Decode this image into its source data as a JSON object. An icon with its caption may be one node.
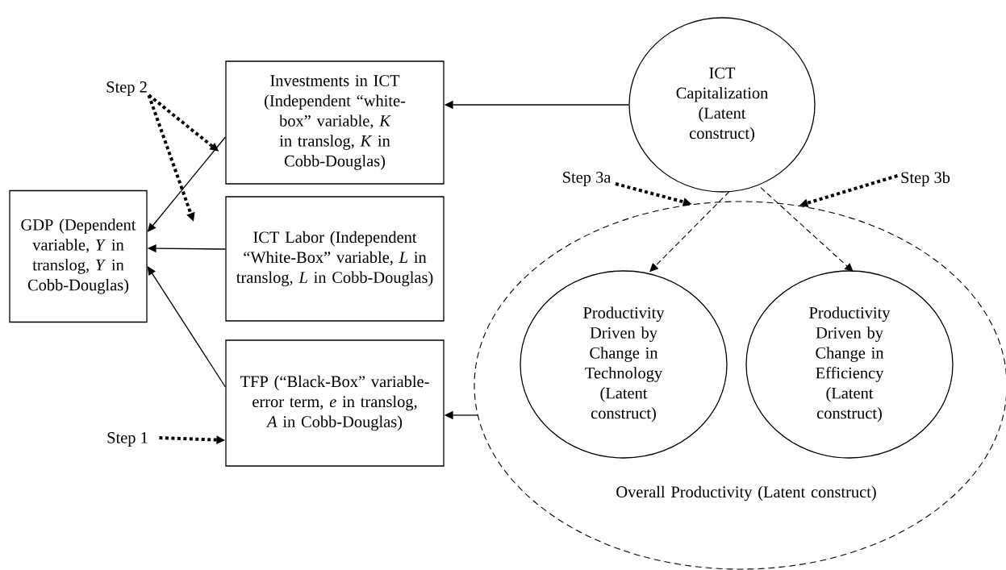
{
  "diagram": {
    "nodes": [
      {
        "text": [
          "GDP (Dependent variable, *Y* in translog, *Y* in Cobb-Douglas)"
        ]
      },
      {
        "text": [
          "Investments in ICT (Independent “white-box” variable, *K* in translog, *K* in Cobb-Douglas)"
        ]
      },
      {
        "text": [
          "ICT Labor (Independent “White-Box” variable, *L* in translog, *L* in Cobb-Douglas)"
        ]
      },
      {
        "text": [
          "TFP (“Black-Box” variable- error term, *e* in translog, *A* in Cobb-Douglas)"
        ]
      },
      {
        "text": [
          "ICT Capitalization (Latent construct)"
        ]
      },
      {
        "text": [
          "Overall Productivity (Latent construct)"
        ]
      },
      {
        "text": [
          "Productivity Driven by Change in Technology (Latent construct)"
        ],
        "in": 5
      },
      {
        "text": [
          "Productivity Driven by Change in Efficiency (Latent construct)"
        ],
        "in": 5
      },
      {
        "text": [
          "Step 2"
        ]
      },
      {
        "text": [
          "Step 1"
        ]
      },
      {
        "text": [
          "Step 3a"
        ]
      },
      {
        "text": [
          "Step 3b"
        ]
      }
    ],
    "edges": [
      {
        "from": 1,
        "to": 0,
        "arrow": "to"
      },
      {
        "from": 2,
        "to": 0,
        "arrow": "to"
      },
      {
        "from": 3,
        "to": 0,
        "arrow": "to"
      },
      {
        "from": 4,
        "to": 1,
        "arrow": "to"
      },
      {
        "from": 4,
        "to": 6,
        "arrow": "to",
        "style": "dashed"
      },
      {
        "from": 4,
        "to": 7,
        "arrow": "to",
        "style": "dashed"
      },
      {
        "from": 5,
        "to": 3,
        "arrow": "to"
      },
      {
        "from": 8,
        "to": 1,
        "arrow": "to",
        "style": "dashed"
      },
      {
        "from": 8,
        "to": null,
        "arrow": "to",
        "style": "dashed"
      },
      {
        "from": 9,
        "to": 3,
        "arrow": "to",
        "style": "dashed"
      },
      {
        "from": 10,
        "to": 5,
        "arrow": "to",
        "style": "dashed"
      },
      {
        "from": 11,
        "to": 5,
        "arrow": "to",
        "style": "dashed"
      }
    ]
  }
}
